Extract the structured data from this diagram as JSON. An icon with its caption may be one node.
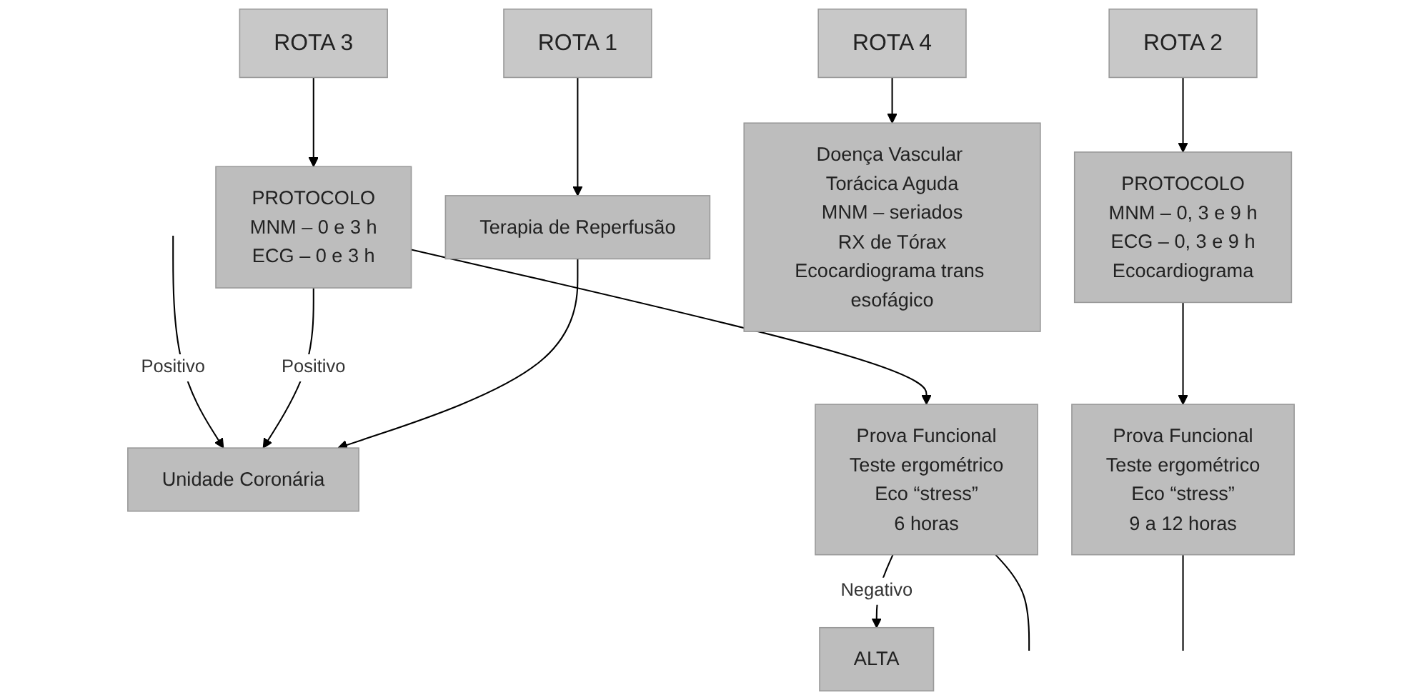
{
  "diagram": {
    "nodes": [
      {
        "text": [
          "ROTA 1"
        ]
      },
      {
        "text": [
          "ROTA 2"
        ]
      },
      {
        "text": [
          "ROTA 3"
        ]
      },
      {
        "text": [
          "ROTA 4"
        ]
      },
      {
        "text": [
          "Terapia de Reperfusão"
        ]
      },
      {
        "text": [
          "PROTOCOLO",
          "MNM – 0, 3 e 9 h",
          "ECG – 0, 3 e 9 h",
          "Ecocardiograma"
        ]
      },
      {
        "text": [
          "PROTOCOLO",
          "MNM – 0 e 3 h",
          "ECG – 0 e 3 h"
        ]
      },
      {
        "text": [
          "Doença Vascular Torácica Aguda",
          "MNM – seriados",
          "RX de Tórax",
          "Ecocardiograma trans esofágico"
        ]
      },
      {
        "text": [
          "Unidade Coronária"
        ]
      },
      {
        "text": [
          "Prova Funcional",
          "Teste ergométrico",
          "Eco “stress”",
          "9 a 12 horas"
        ]
      },
      {
        "text": [
          "Prova Funcional",
          "Teste ergométrico",
          "Eco “stress”",
          "6 horas"
        ]
      },
      {
        "text": [
          "ALTA"
        ]
      }
    ],
    "edges": [
      {
        "from": 0,
        "to": 4,
        "arrow": "to"
      },
      {
        "from": 1,
        "to": 5,
        "arrow": "to"
      },
      {
        "from": 2,
        "to": 6,
        "arrow": "to"
      },
      {
        "from": 3,
        "to": 7,
        "arrow": "to"
      },
      {
        "from": 4,
        "to": 8,
        "arrow": "to"
      },
      {
        "from": 6,
        "to": 8,
        "label": "Positivo",
        "arrow": "to"
      },
      {
        "from": 5,
        "to": 9,
        "arrow": "to"
      },
      {
        "from": 6,
        "to": 10,
        "arrow": "to"
      },
      {
        "from": 10,
        "to": 11,
        "label": "Negativo",
        "arrow": "to"
      },
      {
        "from": null,
        "to": 8,
        "label": "Positivo",
        "arrow": "to"
      },
      {
        "from": 9,
        "to": null,
        "arrow": "none"
      },
      {
        "from": 10,
        "to": null,
        "arrow": "none"
      }
    ]
  }
}
